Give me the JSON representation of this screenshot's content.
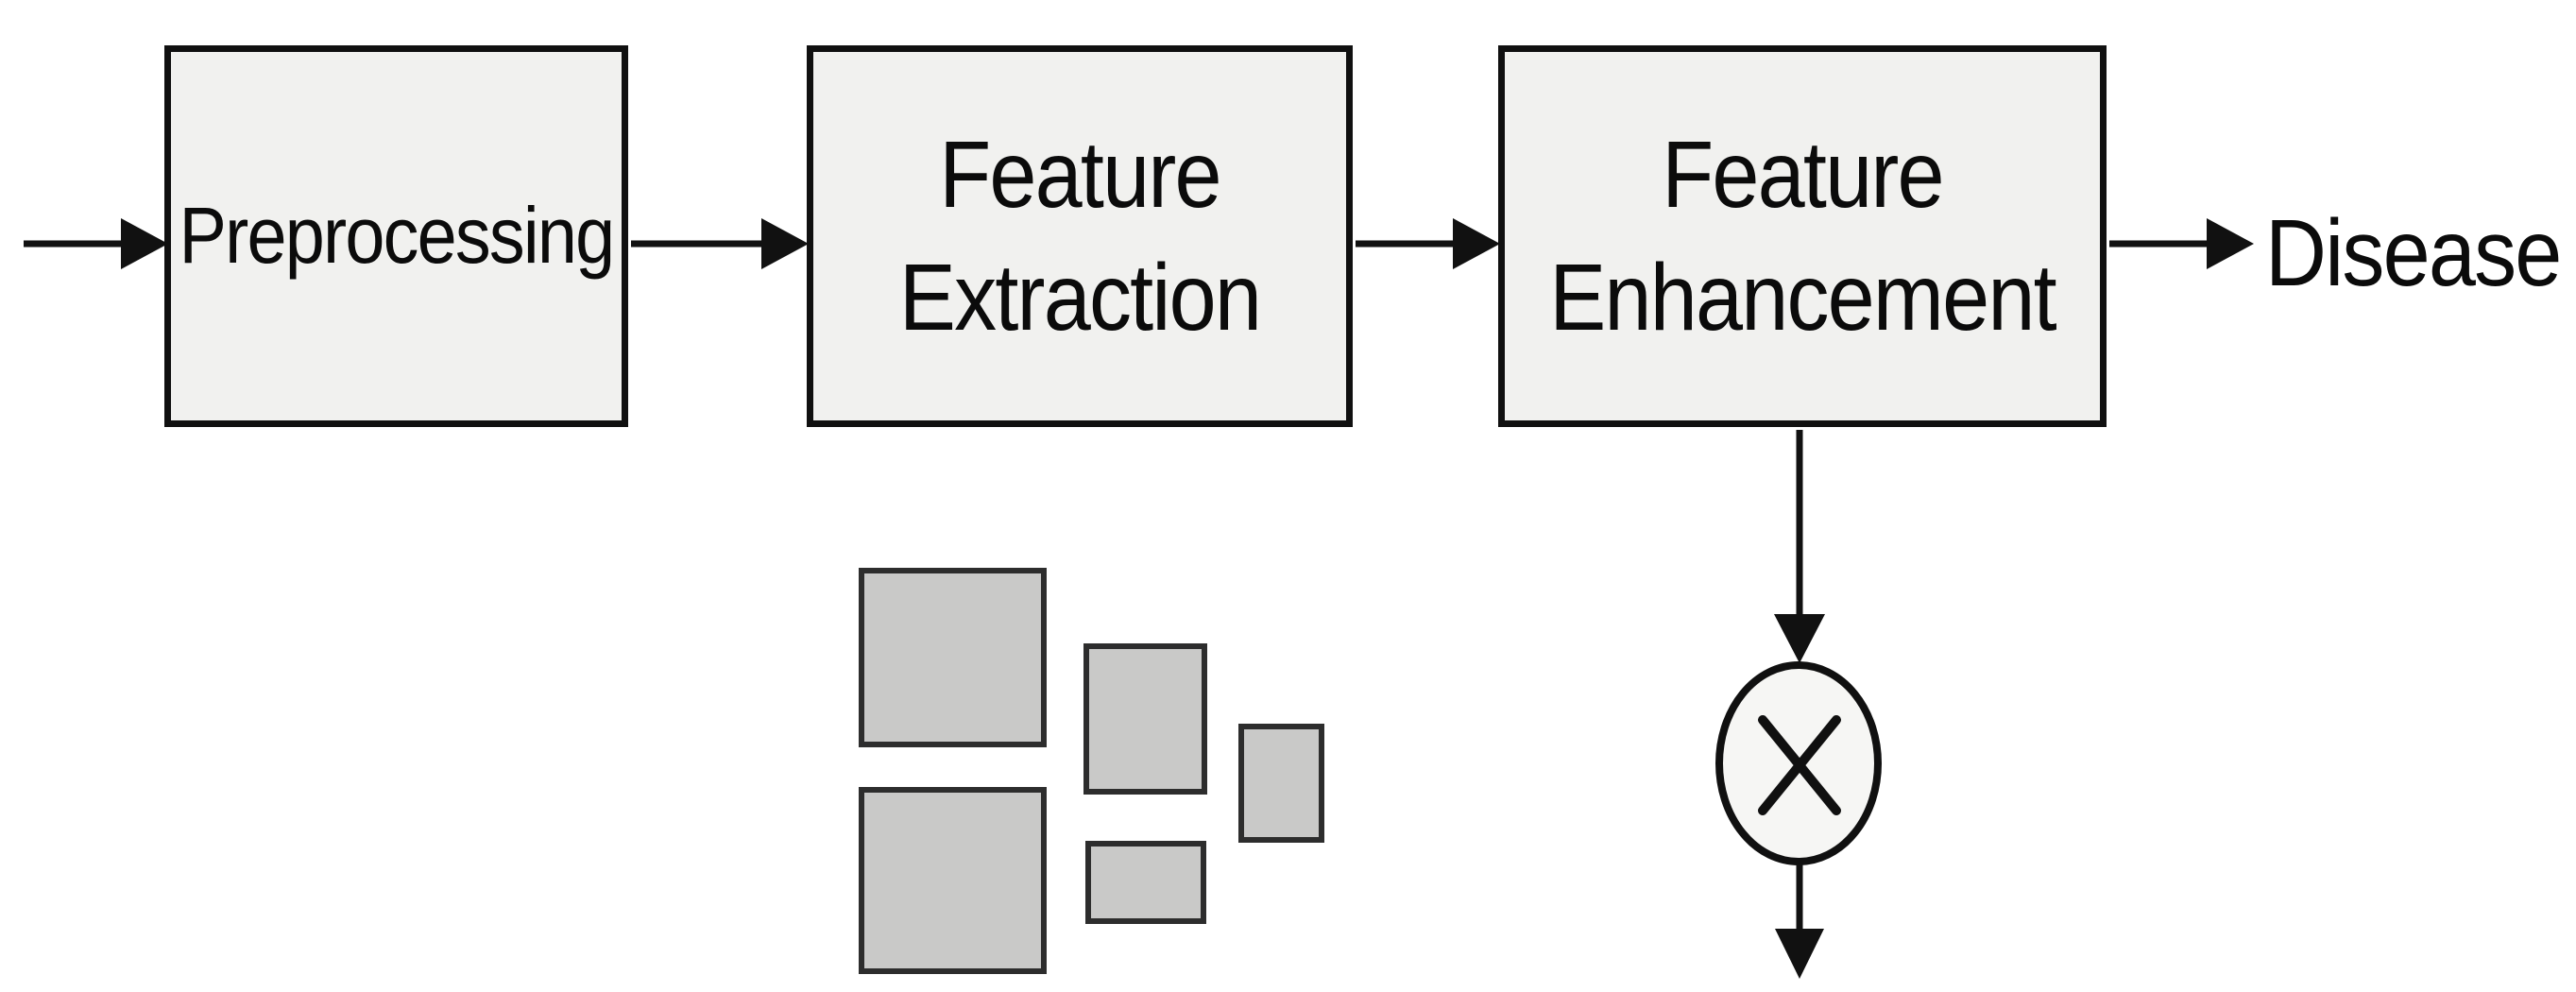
{
  "diagram": {
    "title": "disease detection pipeline flowchart",
    "nodes": [
      {
        "id": "preprocessing",
        "label": "Preprocessing"
      },
      {
        "id": "feature-extraction",
        "label": "Feature Extraction"
      },
      {
        "id": "feature-enhancement",
        "label": "Feature Enhancement"
      }
    ],
    "output_label": "Disease",
    "operator": {
      "icon": "multiply-icon",
      "symbol": "×"
    },
    "patch_count": 5,
    "colors": {
      "background": "#ffffff",
      "box_fill": "#f1f1ef",
      "box_border": "#101010",
      "arrow": "#111111",
      "patch_fill": "#c9c9c8",
      "patch_border": "#2d2d2d",
      "circle_fill": "#f6f6f4"
    }
  }
}
